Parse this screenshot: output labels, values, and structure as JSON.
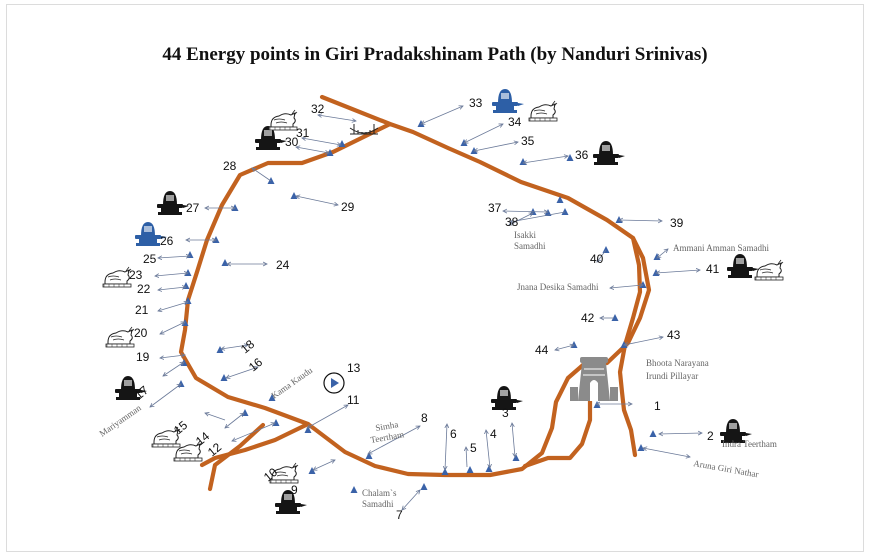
{
  "title": "44 Energy points in Giri Pradakshinam Path (by Nanduri Srinivas)",
  "colors": {
    "road": "#c2621f",
    "marker": "#3a62a8",
    "arrow": "#6b7a99",
    "shiva_black": "#151515",
    "shiva_blue": "#2d5fa6",
    "place_label": "#666666"
  },
  "points": [
    "1",
    "2",
    "3",
    "4",
    "5",
    "6",
    "7",
    "8",
    "9",
    "10",
    "11",
    "12",
    "13",
    "14",
    "15",
    "16",
    "17",
    "18",
    "19",
    "20",
    "21",
    "22",
    "23",
    "24",
    "25",
    "26",
    "27",
    "28",
    "29",
    "30",
    "31",
    "32",
    "33",
    "34",
    "35",
    "36",
    "37",
    "38",
    "39",
    "40",
    "41",
    "42",
    "43",
    "44"
  ],
  "places": {
    "isakki_1": "Isakki",
    "isakki_2": "Samadhi",
    "ammani": "Ammani Amman Samadhi",
    "jnana": "Jnana Desika Samadhi",
    "bhoota_1": "Bhoota Narayana",
    "bhoota_2": "Irundi Pillayar",
    "indra": "Indra Teertham",
    "aruna": "Aruna Giri Nathar",
    "chalam_1": "Chalam`s",
    "chalam_2": "Samadhi",
    "simha_1": "Simha",
    "simha_2": "Teertham",
    "kama": "Kama Kaudu",
    "mariyamman": "Mariyamman"
  },
  "icons": {
    "shiva_lingam": "shiva-lingam-icon",
    "nandi": "nandi-bull-icon",
    "temple": "temple-gopuram-icon",
    "bridge": "bridge-icon",
    "marker": "triangle-marker-icon"
  }
}
